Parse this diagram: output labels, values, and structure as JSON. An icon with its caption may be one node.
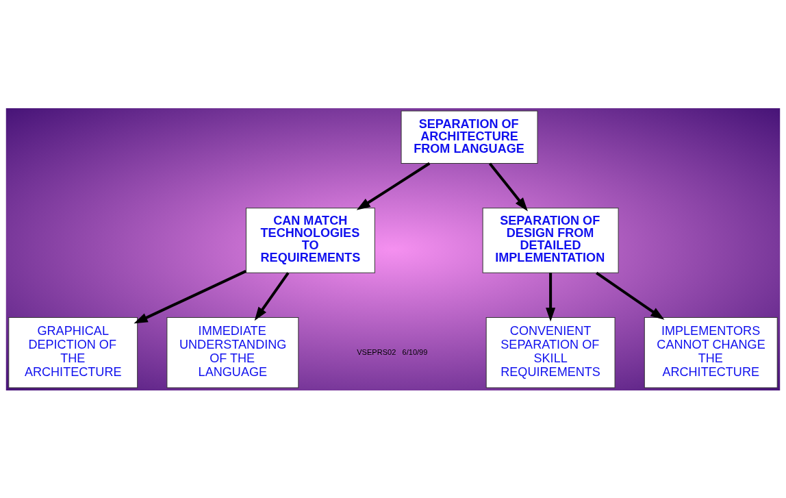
{
  "diagram": {
    "nodes": [
      {
        "text": [
          "SEPARATION OF ARCHITECTURE FROM LANGUAGE"
        ]
      },
      {
        "text": [
          "CAN MATCH TECHNOLOGIES TO REQUIREMENTS"
        ]
      },
      {
        "text": [
          "SEPARATION OF DESIGN FROM DETAILED IMPLEMENTATION"
        ]
      },
      {
        "text": [
          "GRAPHICAL DEPICTION OF THE ARCHITECTURE"
        ]
      },
      {
        "text": [
          "IMMEDIATE UNDERSTANDING OF THE LANGUAGE"
        ]
      },
      {
        "text": [
          "CONVENIENT SEPARATION OF SKILL REQUIREMENTS"
        ]
      },
      {
        "text": [
          "IMPLEMENTORS CANNOT CHANGE THE ARCHITECTURE"
        ]
      }
    ],
    "edges": [
      {
        "from": 0,
        "to": 1,
        "arrow": "to"
      },
      {
        "from": 0,
        "to": 2,
        "arrow": "to"
      },
      {
        "from": 1,
        "to": 3,
        "arrow": "to"
      },
      {
        "from": 1,
        "to": 4,
        "arrow": "to"
      },
      {
        "from": 2,
        "to": 5,
        "arrow": "to"
      },
      {
        "from": 2,
        "to": 6,
        "arrow": "to"
      }
    ],
    "labels": [
      "VSEPRS02   6/10/99"
    ]
  }
}
